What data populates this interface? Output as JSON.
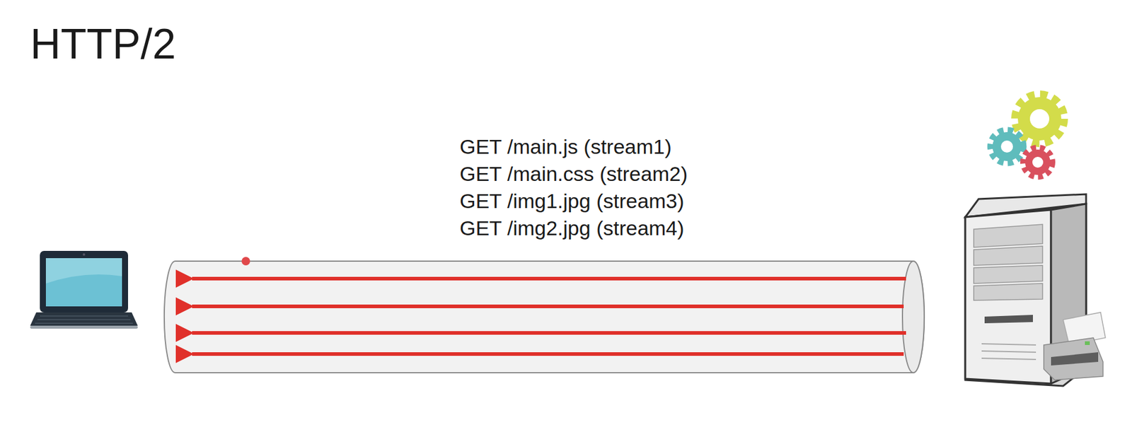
{
  "diagram": {
    "title": "HTTP/2",
    "labels": [
      "GET /main.js (stream1)",
      "GET /main.css (stream2)",
      "GET /img1.jpg (stream3)",
      "GET /img2.jpg (stream4)"
    ]
  }
}
